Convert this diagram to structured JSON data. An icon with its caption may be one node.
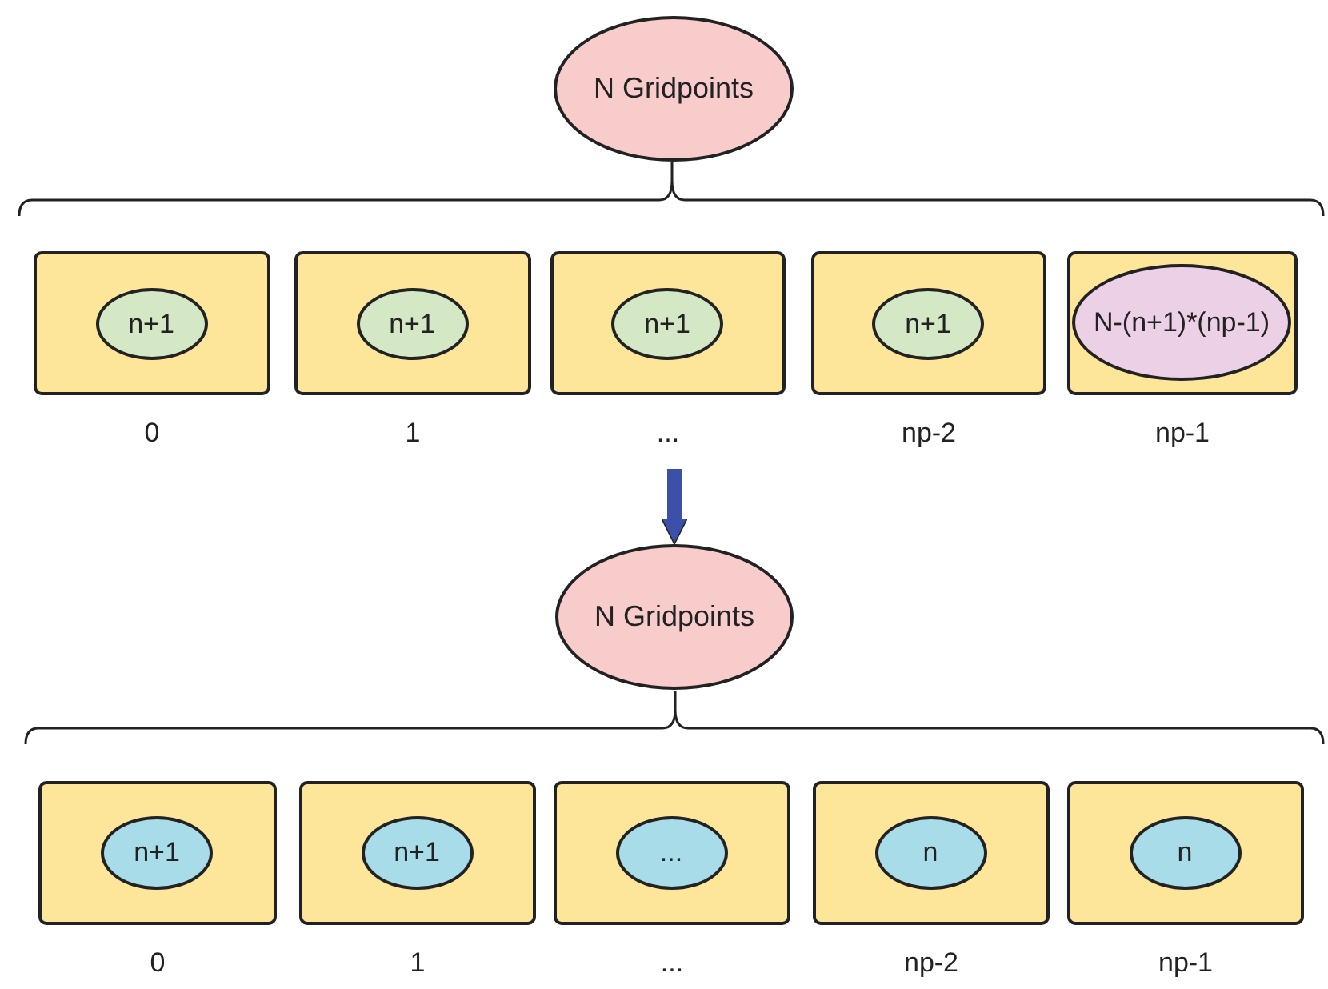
{
  "diagram": {
    "nodes": [
      {
        "text": [
          "N Gridpoints"
        ]
      },
      {
        "text": [],
        "shape": "box",
        "beside": [
          "0"
        ]
      },
      {
        "text": [
          "n+1"
        ],
        "in": 1
      },
      {
        "text": [],
        "shape": "box",
        "beside": [
          "1"
        ]
      },
      {
        "text": [
          "n+1"
        ],
        "in": 3
      },
      {
        "text": [],
        "shape": "box",
        "beside": [
          "..."
        ]
      },
      {
        "text": [
          "n+1"
        ],
        "in": 5
      },
      {
        "text": [],
        "shape": "box",
        "beside": [
          "np-2"
        ]
      },
      {
        "text": [
          "n+1"
        ],
        "in": 7
      },
      {
        "text": [],
        "shape": "box",
        "beside": [
          "np-1"
        ]
      },
      {
        "text": [
          "N-(n+1)*(np-1)"
        ],
        "in": 9
      },
      {
        "text": [
          "N Gridpoints"
        ]
      },
      {
        "text": [],
        "shape": "box",
        "beside": [
          "0"
        ]
      },
      {
        "text": [
          "n+1"
        ],
        "in": 12
      },
      {
        "text": [],
        "shape": "box",
        "beside": [
          "1"
        ]
      },
      {
        "text": [
          "n+1"
        ],
        "in": 14
      },
      {
        "text": [],
        "shape": "box",
        "beside": [
          "..."
        ]
      },
      {
        "text": [
          "..."
        ],
        "in": 16
      },
      {
        "text": [],
        "shape": "box",
        "beside": [
          "np-2"
        ]
      },
      {
        "text": [
          "n"
        ],
        "in": 18
      },
      {
        "text": [],
        "shape": "box",
        "beside": [
          "np-1"
        ]
      },
      {
        "text": [
          "n"
        ],
        "in": 20
      }
    ],
    "edges": [
      {
        "from": null,
        "to": 11,
        "arrow": "to"
      }
    ]
  }
}
